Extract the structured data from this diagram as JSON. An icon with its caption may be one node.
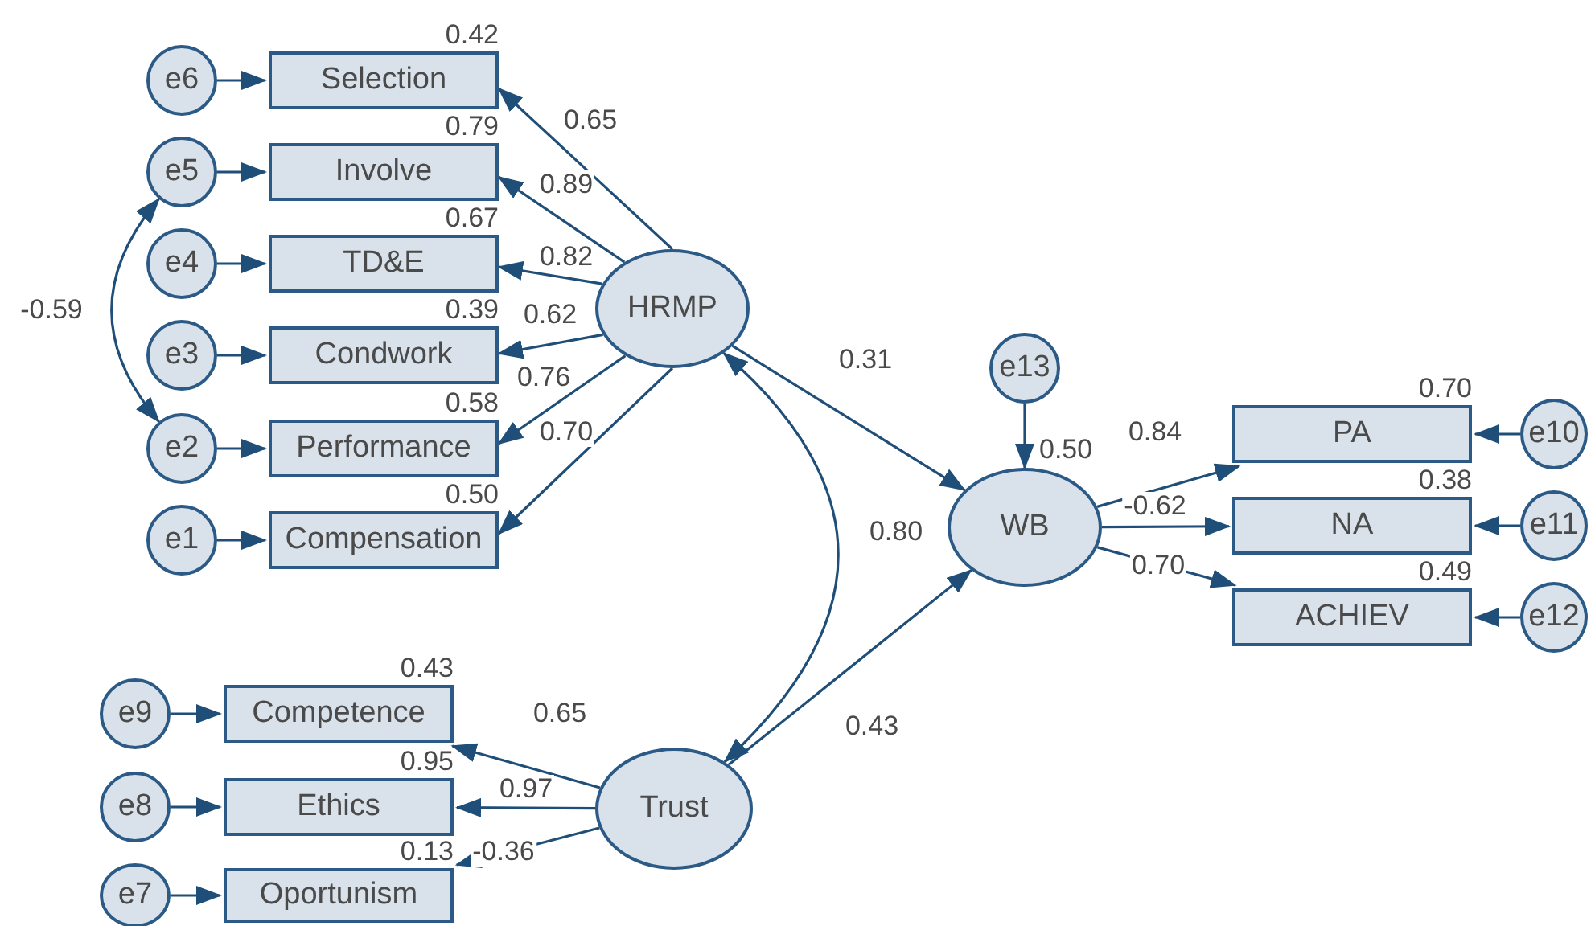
{
  "diagram": {
    "nodes": [
      {
        "text": [
          "HRMP"
        ]
      },
      {
        "text": [
          "Selection"
        ],
        "beside": [
          "0.42"
        ]
      },
      {
        "text": [
          "Involve"
        ],
        "beside": [
          "0.79"
        ]
      },
      {
        "text": [
          "TD&E"
        ],
        "beside": [
          "0.67"
        ]
      },
      {
        "text": [
          "Condwork"
        ],
        "beside": [
          "0.39"
        ]
      },
      {
        "text": [
          "Performance"
        ],
        "beside": [
          "0.58"
        ]
      },
      {
        "text": [
          "Compensation"
        ],
        "beside": [
          "0.50"
        ]
      },
      {
        "text": [
          "e6"
        ]
      },
      {
        "text": [
          "e5"
        ]
      },
      {
        "text": [
          "e4"
        ]
      },
      {
        "text": [
          "e3"
        ]
      },
      {
        "text": [
          "e2"
        ]
      },
      {
        "text": [
          "e1"
        ]
      },
      {
        "text": [
          "Trust"
        ]
      },
      {
        "text": [
          "Competence"
        ],
        "beside": [
          "0.43"
        ]
      },
      {
        "text": [
          "Ethics"
        ],
        "beside": [
          "0.95"
        ]
      },
      {
        "text": [
          "Oportunism"
        ],
        "beside": [
          "0.13"
        ]
      },
      {
        "text": [
          "e9"
        ]
      },
      {
        "text": [
          "e8"
        ]
      },
      {
        "text": [
          "e7"
        ]
      },
      {
        "text": [
          "WB"
        ],
        "beside": [
          "0.50"
        ]
      },
      {
        "text": [
          "e13"
        ]
      },
      {
        "text": [
          "PA"
        ],
        "beside": [
          "0.70"
        ]
      },
      {
        "text": [
          "NA"
        ],
        "beside": [
          "0.38"
        ]
      },
      {
        "text": [
          "ACHIEV"
        ],
        "beside": [
          "0.49"
        ]
      },
      {
        "text": [
          "e10"
        ]
      },
      {
        "text": [
          "e11"
        ]
      },
      {
        "text": [
          "e12"
        ]
      }
    ],
    "edges": [
      {
        "from": 0,
        "to": 1,
        "arrow": "to",
        "label": "0.65"
      },
      {
        "from": 0,
        "to": 2,
        "arrow": "to",
        "label": "0.89"
      },
      {
        "from": 0,
        "to": 3,
        "arrow": "to",
        "label": "0.82"
      },
      {
        "from": 0,
        "to": 4,
        "arrow": "to",
        "label": "0.62"
      },
      {
        "from": 0,
        "to": 5,
        "arrow": "to",
        "label": "0.76"
      },
      {
        "from": 0,
        "to": 6,
        "arrow": "to",
        "label": "0.70"
      },
      {
        "from": 7,
        "to": 1,
        "arrow": "to"
      },
      {
        "from": 8,
        "to": 2,
        "arrow": "to"
      },
      {
        "from": 9,
        "to": 3,
        "arrow": "to"
      },
      {
        "from": 10,
        "to": 4,
        "arrow": "to"
      },
      {
        "from": 11,
        "to": 5,
        "arrow": "to"
      },
      {
        "from": 12,
        "to": 6,
        "arrow": "to"
      },
      {
        "from": 8,
        "to": 11,
        "arrow": "both",
        "label": "-0.59"
      },
      {
        "from": 13,
        "to": 14,
        "arrow": "to",
        "label": "0.65"
      },
      {
        "from": 13,
        "to": 15,
        "arrow": "to",
        "label": "0.97"
      },
      {
        "from": 13,
        "to": 16,
        "arrow": "to",
        "label": "-0.36"
      },
      {
        "from": 17,
        "to": 14,
        "arrow": "to"
      },
      {
        "from": 18,
        "to": 15,
        "arrow": "to"
      },
      {
        "from": 19,
        "to": 16,
        "arrow": "to"
      },
      {
        "from": 0,
        "to": 13,
        "arrow": "both",
        "label": "0.80"
      },
      {
        "from": 0,
        "to": 20,
        "arrow": "to",
        "label": "0.31"
      },
      {
        "from": 13,
        "to": 20,
        "arrow": "to",
        "label": "0.43"
      },
      {
        "from": 21,
        "to": 20,
        "arrow": "to"
      },
      {
        "from": 20,
        "to": 22,
        "arrow": "to",
        "label": "0.84"
      },
      {
        "from": 20,
        "to": 23,
        "arrow": "to",
        "label": "-0.62"
      },
      {
        "from": 20,
        "to": 24,
        "arrow": "to",
        "label": "0.70"
      },
      {
        "from": 25,
        "to": 22,
        "arrow": "to"
      },
      {
        "from": 26,
        "to": 23,
        "arrow": "to"
      },
      {
        "from": 27,
        "to": 24,
        "arrow": "to"
      }
    ]
  }
}
